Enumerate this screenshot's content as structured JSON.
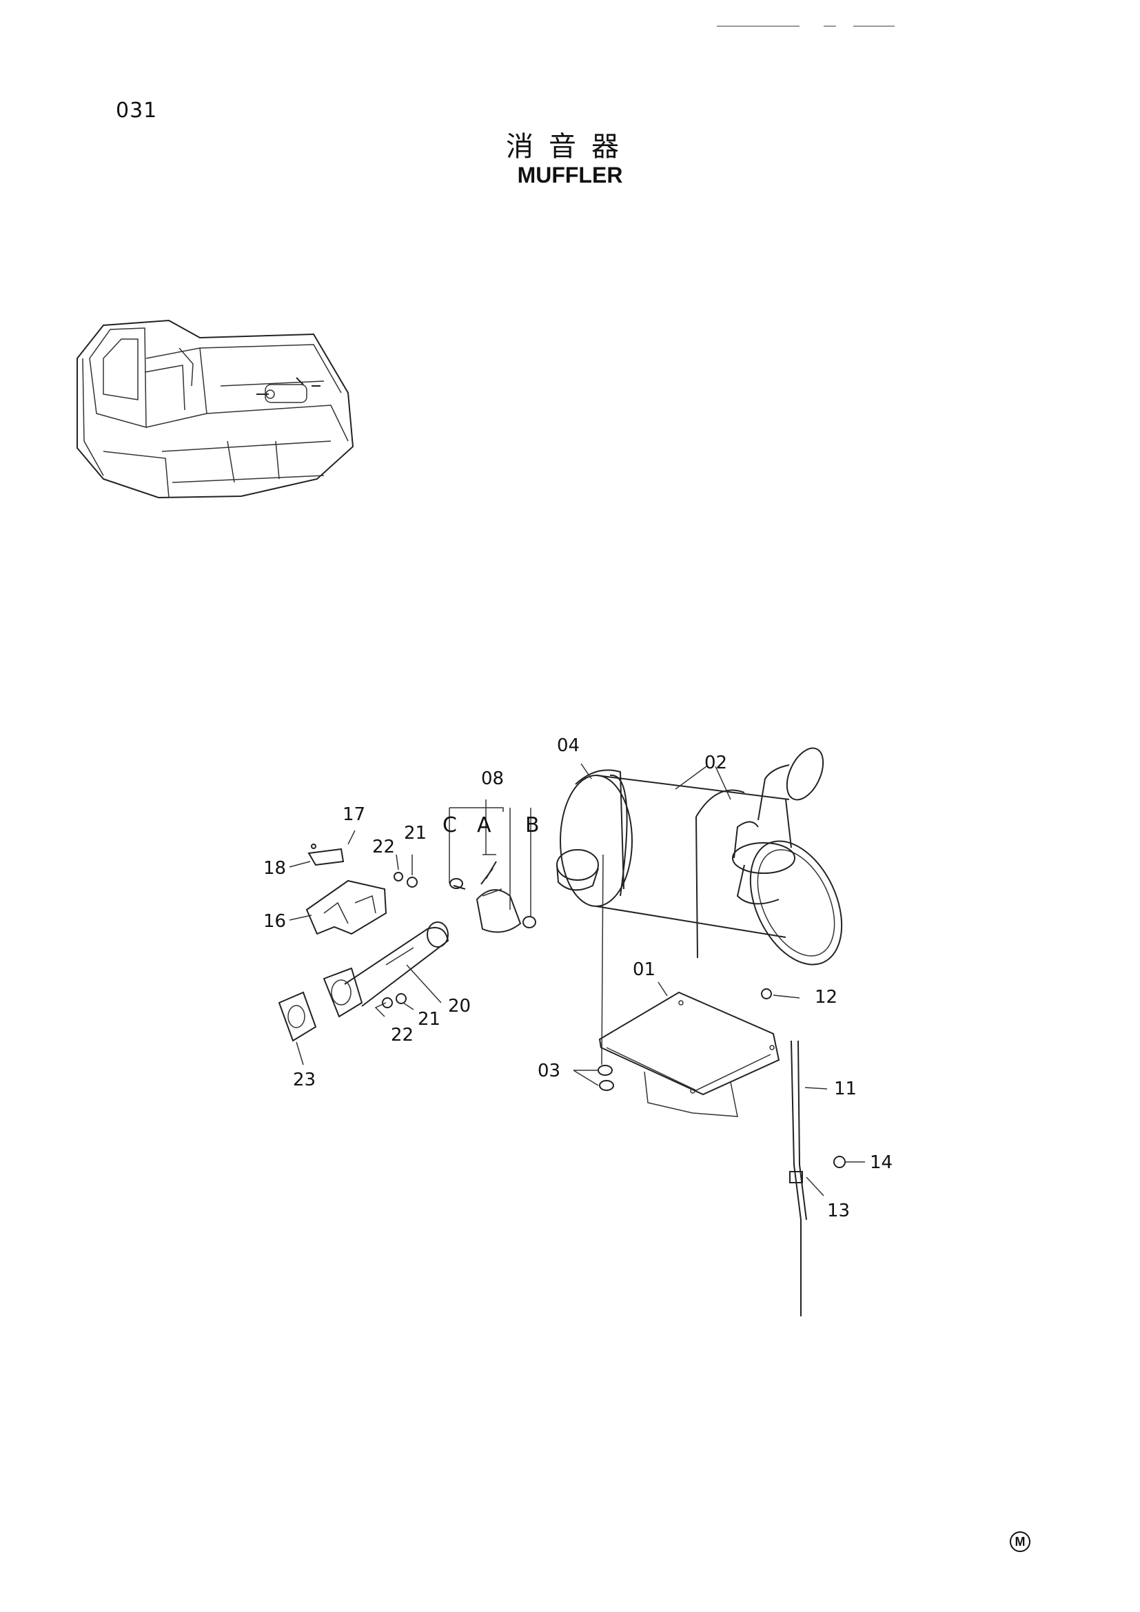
{
  "header": {
    "page_number": "031",
    "title_jp": "消音器",
    "title_en": "MUFFLER"
  },
  "footer": {
    "badge": "M"
  },
  "callouts": {
    "c01": "01",
    "c02": "02",
    "c03": "03",
    "c04": "04",
    "c08": "08",
    "c11": "11",
    "c12": "12",
    "c13": "13",
    "c14": "14",
    "c16": "16",
    "c17": "17",
    "c18": "18",
    "c20": "20",
    "c21a": "21",
    "c21b": "21",
    "c22a": "22",
    "c22b": "22",
    "c23": "23",
    "a": "A",
    "b": "B",
    "c": "C"
  }
}
